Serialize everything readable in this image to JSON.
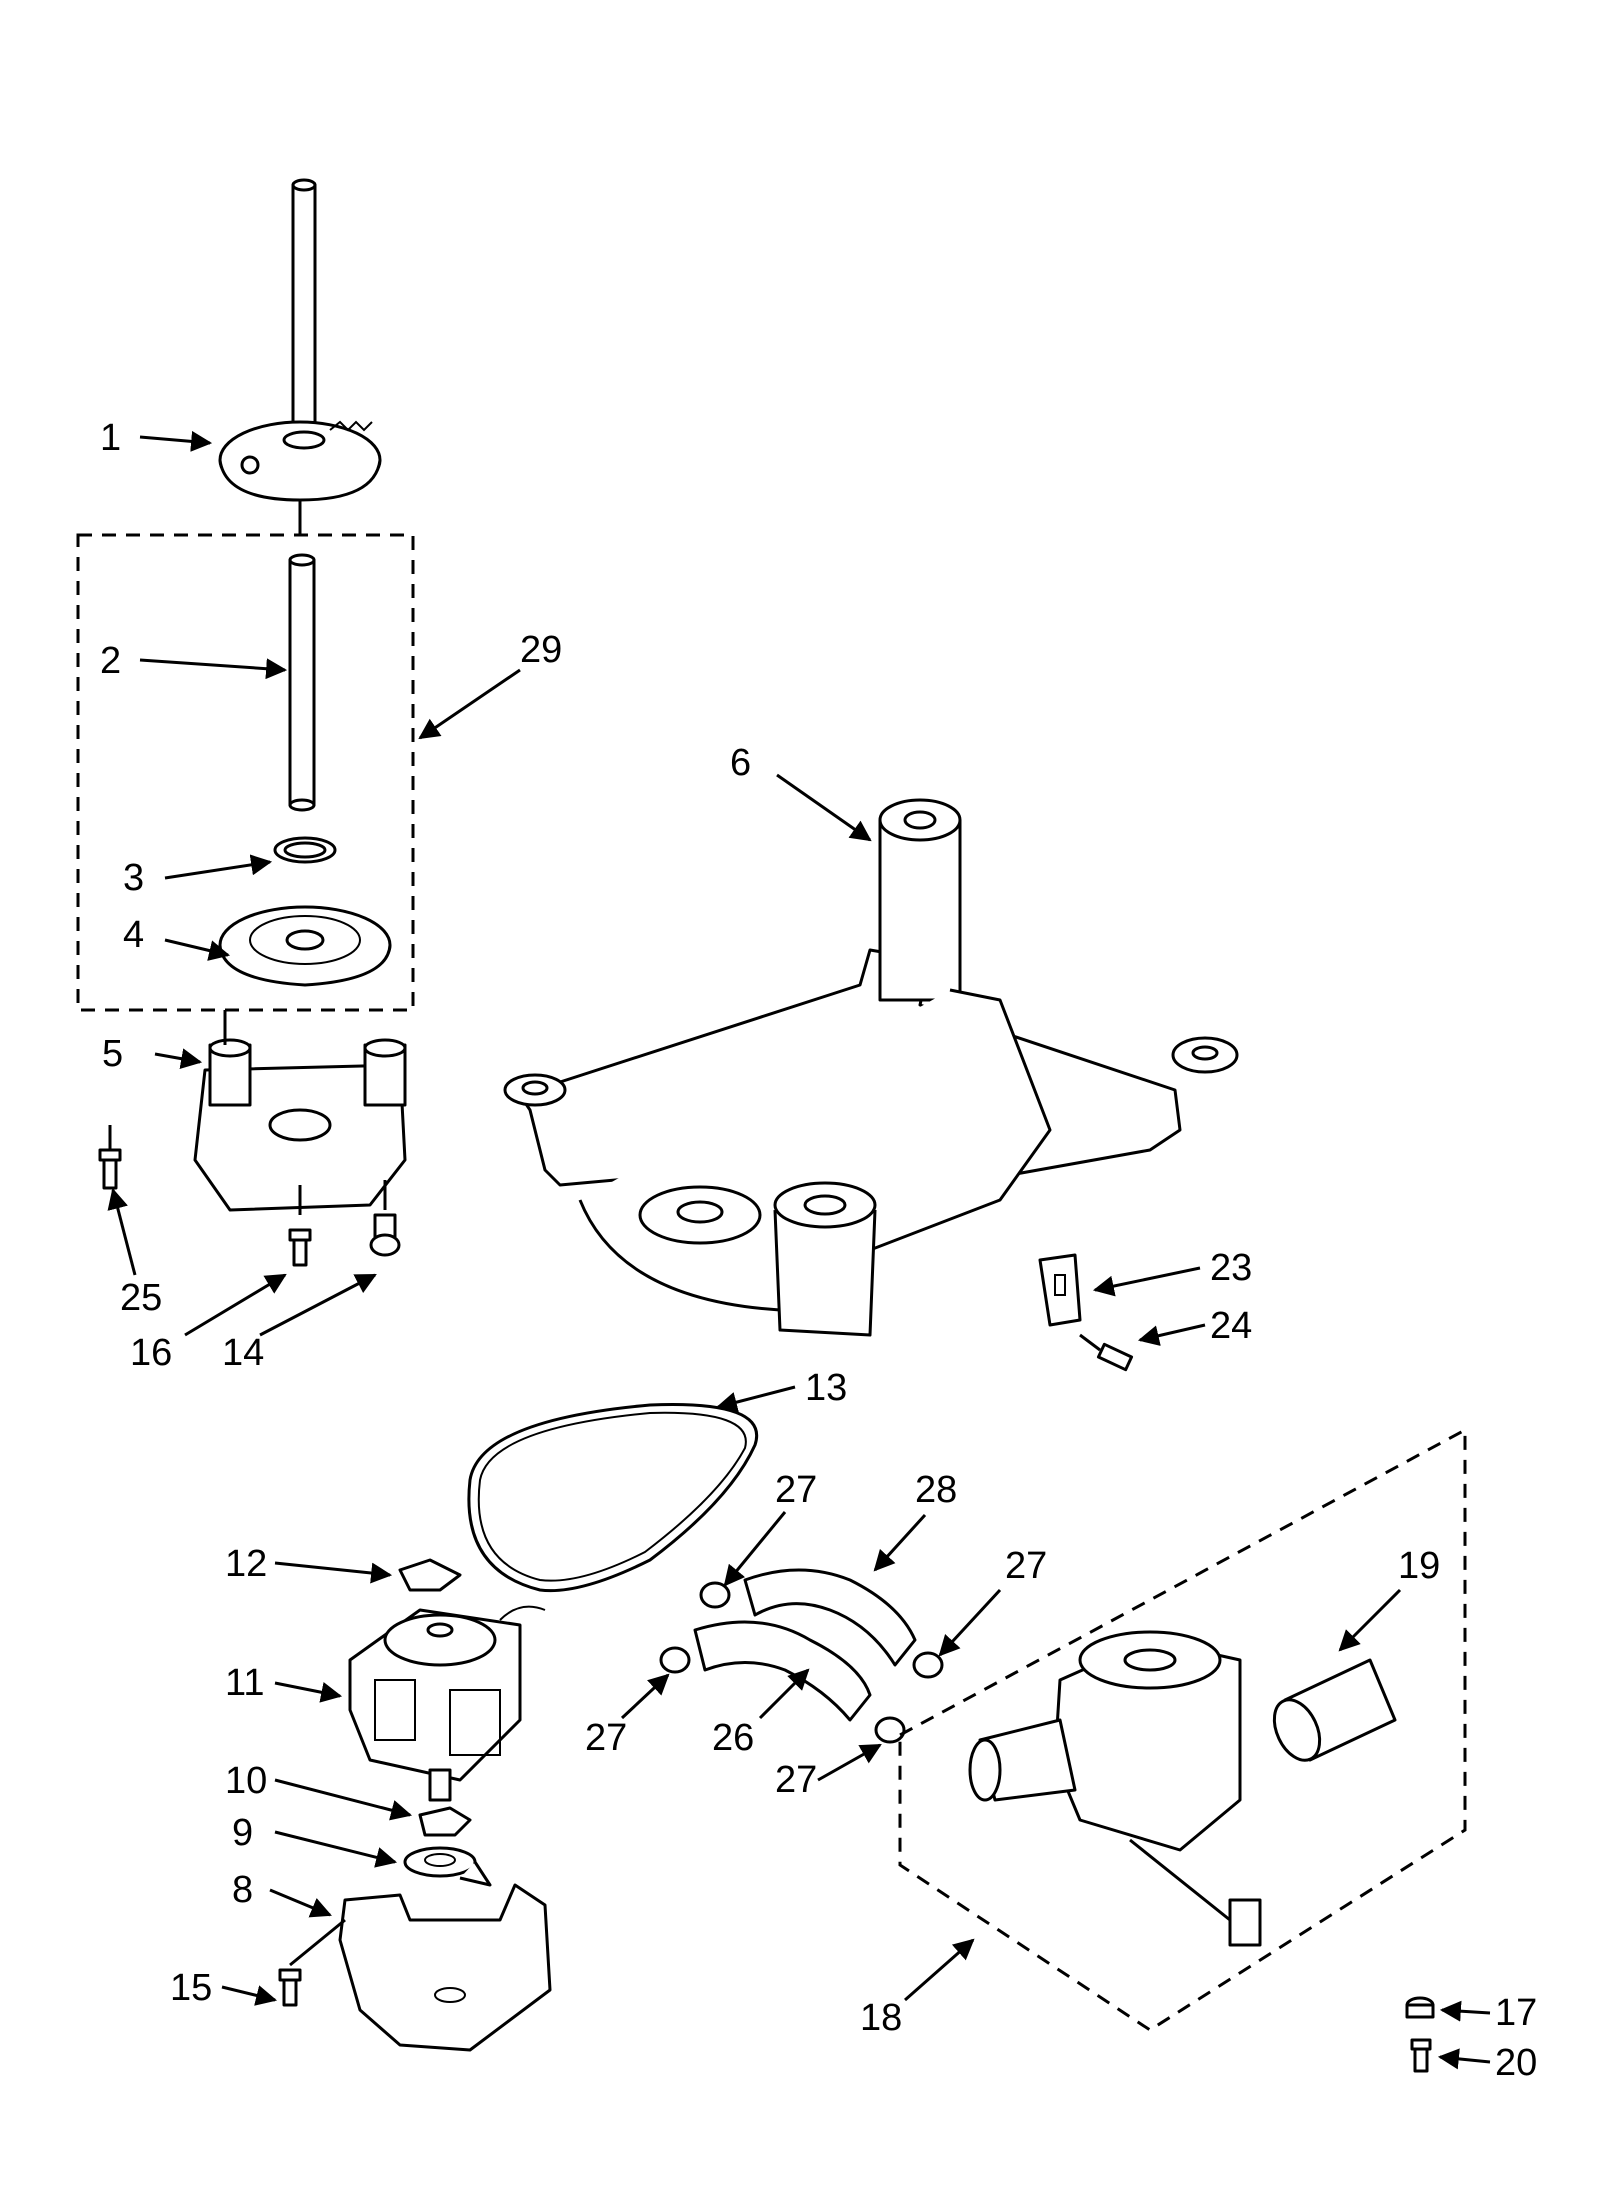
{
  "labels": {
    "l1": "1",
    "l2": "2",
    "l3": "3",
    "l4": "4",
    "l5": "5",
    "l6": "6",
    "l8": "8",
    "l9": "9",
    "l10": "10",
    "l11": "11",
    "l12": "12",
    "l13": "13",
    "l14": "14",
    "l15": "15",
    "l16": "16",
    "l17": "17",
    "l18": "18",
    "l19": "19",
    "l20": "20",
    "l23": "23",
    "l24": "24",
    "l25": "25",
    "l26": "26",
    "l27a": "27",
    "l27b": "27",
    "l27c": "27",
    "l27d": "27",
    "l28": "28",
    "l29": "29"
  }
}
